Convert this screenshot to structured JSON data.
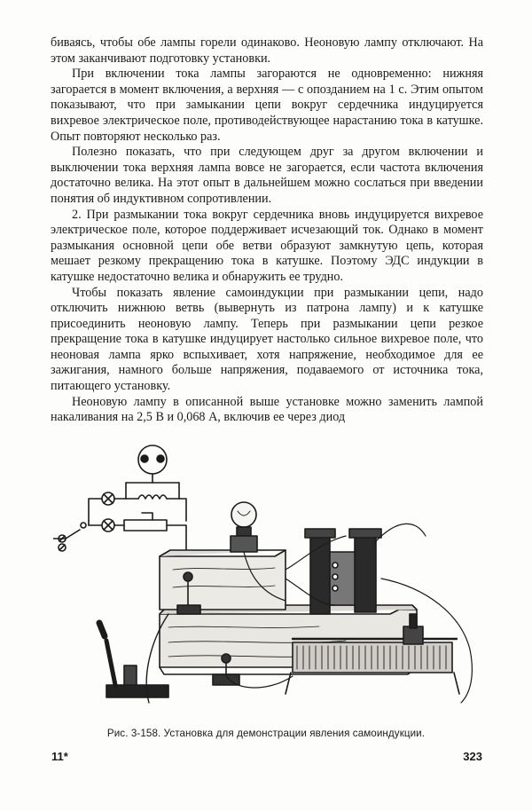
{
  "paragraphs": [
    "биваясь, чтобы обе лампы горели одинаково. Неоновую лампу от­ключают. На этом заканчивают подготовку установки.",
    "При включении тока лампы загораются не одновременно: нижняя загорается в момент включения, а верхняя — с опозданием на 1 с. Этим опытом показывают, что при замыкании цепи вокруг сердечника индуцируется вихревое электрическое поле, противодействующее нарастанию тока в катушке. Опыт повторяют несколько раз.",
    "Полезно показать, что при следующем друг за другом включении и выключении тока верхняя лампа вовсе не загорается, если частота включения достаточно велика. На этот опыт в дальнейшем можно сослаться при введении понятия об индуктивном сопротивлении.",
    "2. При размыкании тока вокруг сердечника вновь индуцируется вихревое электрическое поле, которое поддерживает исчезающий ток. Однако в момент размыкания основной цепи обе ветви об­разуют замкнутую цепь, которая мешает резкому прекращению тока в катушке. Поэтому ЭДС индукции в катушке недостаточно велика и обнаружить ее трудно.",
    "Чтобы показать явление самоиндукции при размыкании цепи, надо отключить нижнюю ветвь (вывернуть из патрона лампу) и к катушке присоединить неоновую лампу. Теперь при размыкании цепи резкое прекращение тока в катушке индуцирует настолько сильное вихревое поле, что неоновая лампа ярко вспыхивает, хотя напряжение, необходимое для ее зажигания, намного больше на­пряжения, подаваемого от источника тока, питающего установку.",
    "Неоновую лампу в описанной выше установке можно заменить лампой накаливания на 2,5 В и 0,068 А, включив ее через диод"
  ],
  "figure": {
    "caption": "Рис. 3-158. Установка для демонстрации явления самоиндукции."
  },
  "footer": {
    "signature": "11*",
    "page_number": "323"
  }
}
